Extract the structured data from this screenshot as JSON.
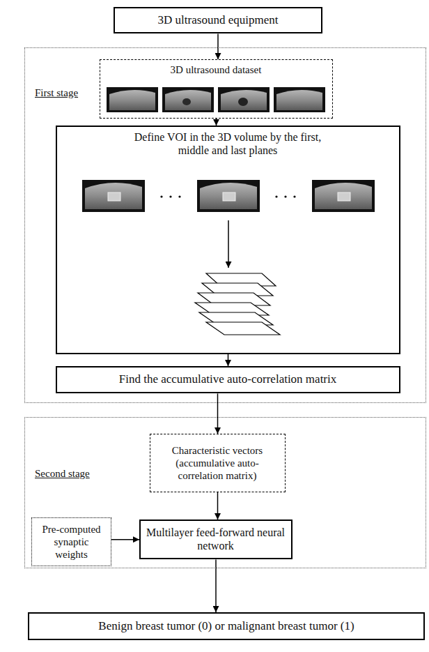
{
  "diagram": {
    "nodes": [
      {
        "text": [
          "3D ultrasound equipment"
        ]
      },
      {
        "text": [
          "First stage"
        ]
      },
      {
        "text": [
          "3D ultrasound dataset"
        ],
        "in": 1
      },
      {
        "text": [
          "Define VOI in the 3D volume by the first, middle and last planes"
        ],
        "in": 1
      },
      {
        "text": [
          "Find the accumulative auto-correlation matrix"
        ],
        "in": 1
      },
      {
        "text": [
          "Second stage"
        ]
      },
      {
        "text": [
          "Characteristic vectors (accumulative auto-correlation matrix)"
        ],
        "in": 5
      },
      {
        "text": [
          "Pre-computed synaptic weights"
        ],
        "in": 5
      },
      {
        "text": [
          "Multilayer feed-forward neural network"
        ],
        "in": 5
      },
      {
        "text": [
          "Benign breast tumor (0) or malignant breast tumor (1)"
        ]
      }
    ],
    "edges": [
      {
        "from": 0,
        "to": 2,
        "arrow": "to"
      },
      {
        "from": 2,
        "to": 3,
        "arrow": "to"
      },
      {
        "from": 3,
        "to": 4,
        "arrow": "to"
      },
      {
        "from": 4,
        "to": 6,
        "arrow": "to"
      },
      {
        "from": 6,
        "to": 8,
        "arrow": "to"
      },
      {
        "from": 7,
        "to": 8,
        "arrow": "to"
      },
      {
        "from": 8,
        "to": 9,
        "arrow": "to"
      }
    ]
  }
}
